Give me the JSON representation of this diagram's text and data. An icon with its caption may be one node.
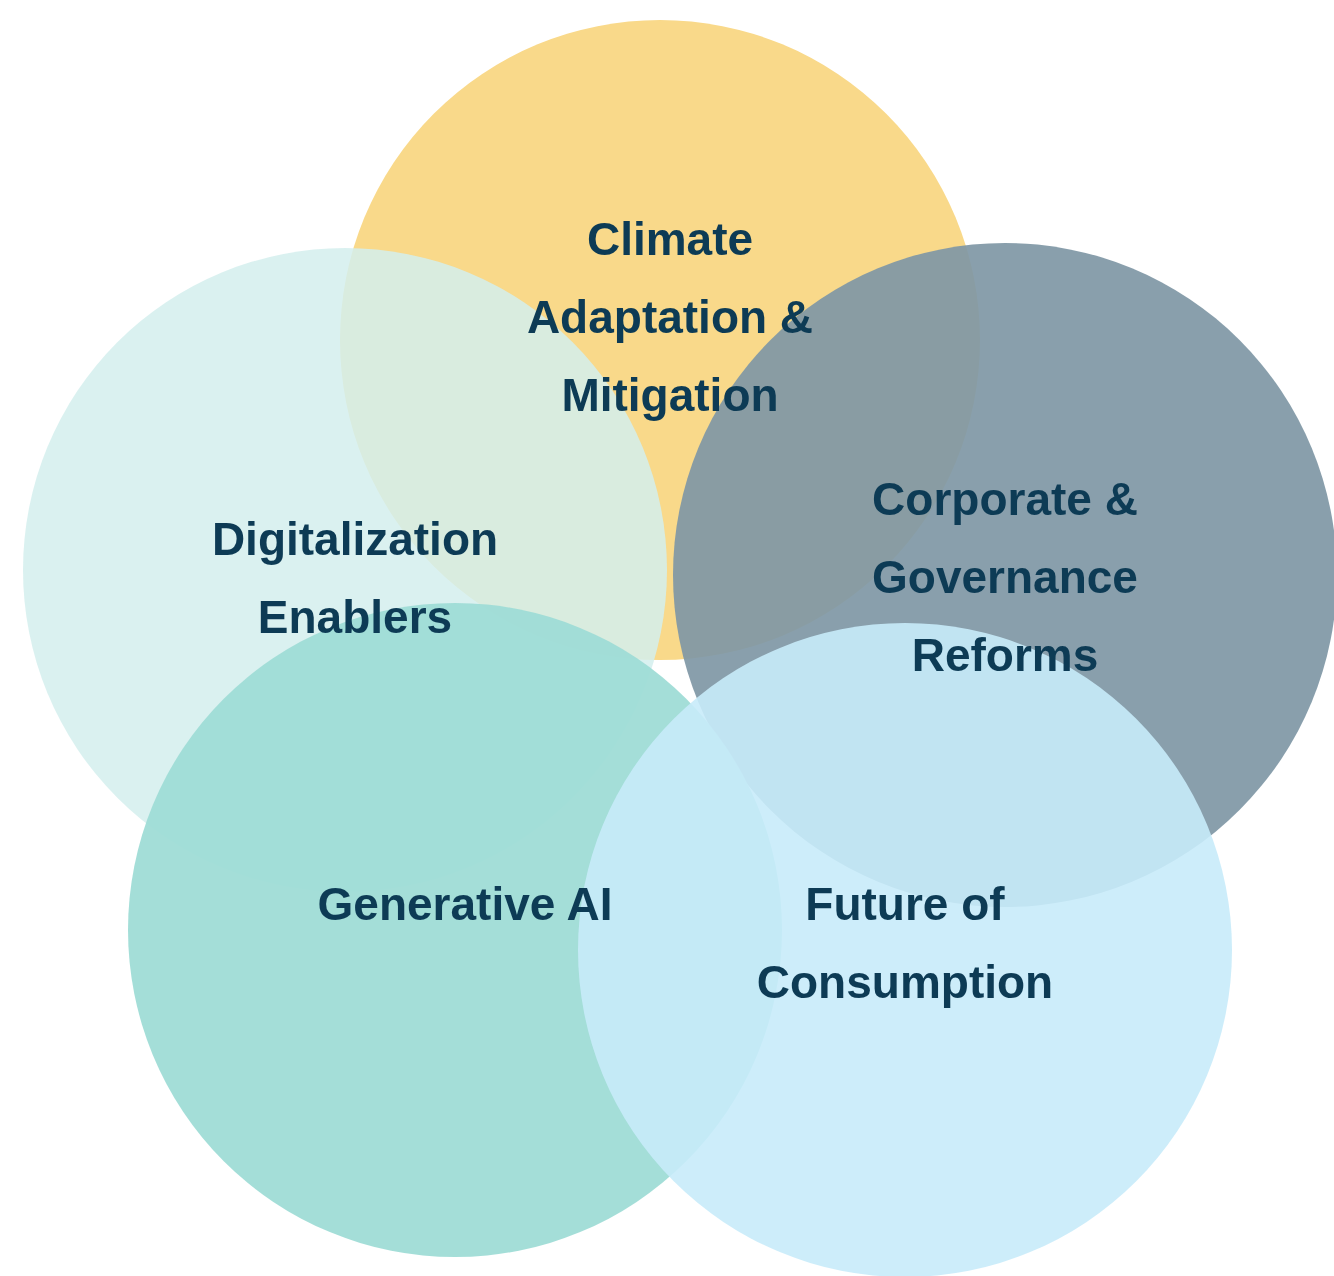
{
  "diagram": {
    "nodes": [
      {
        "text": [
          "Climate Adaptation & Mitigation"
        ]
      },
      {
        "text": [
          "Digitalization Enablers"
        ]
      },
      {
        "text": [
          "Corporate & Governance Reforms"
        ]
      },
      {
        "text": [
          "Generative AI"
        ]
      },
      {
        "text": [
          "Future of Consumption"
        ]
      }
    ]
  }
}
